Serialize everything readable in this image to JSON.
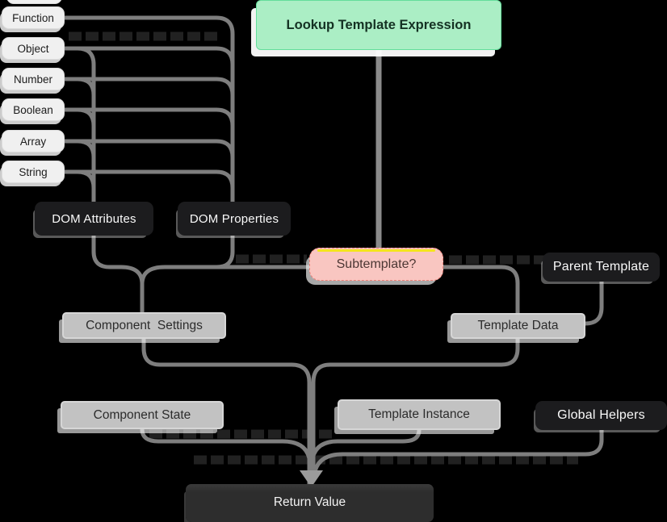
{
  "diagram": {
    "title": "Lookup Template Expression",
    "background_color": "#000000",
    "connector_color": "#7e7e7e",
    "type_nodes": [
      {
        "label": "Function"
      },
      {
        "label": "Object"
      },
      {
        "label": "Number"
      },
      {
        "label": "Boolean"
      },
      {
        "label": "Array"
      },
      {
        "label": "String"
      }
    ],
    "nodes": {
      "lookup": {
        "label": "Lookup Template Expression",
        "fill": "#abeec5",
        "border": "#64dd9b",
        "text_color": "#143123"
      },
      "dom_attributes": {
        "label": "DOM Attributes",
        "fill": "#1c1c1e",
        "text_color": "#fafafa"
      },
      "dom_properties": {
        "label": "DOM Properties",
        "fill": "#1c1c1e",
        "text_color": "#fafafa"
      },
      "subtemplate": {
        "label": "Subtemplate?",
        "fill": "#f9c6c1",
        "accent_top": "#f4e51c",
        "border": "#ef837a"
      },
      "parent_template": {
        "label": "Parent Template",
        "fill": "#1c1c1e",
        "text_color": "#fafafa"
      },
      "component_settings": {
        "label": "Component  Settings",
        "fill": "#c2c2c2",
        "text_color": "#2c2c2c"
      },
      "template_data": {
        "label": "Template Data",
        "fill": "#c2c2c2",
        "text_color": "#2c2c2c"
      },
      "component_state": {
        "label": "Component State",
        "fill": "#c2c2c2",
        "text_color": "#2c2c2c"
      },
      "template_instance": {
        "label": "Template Instance",
        "fill": "#c2c2c2",
        "text_color": "#2c2c2c"
      },
      "global_helpers": {
        "label": "Global Helpers",
        "fill": "#1c1c1e",
        "text_color": "#fafafa"
      },
      "return_value": {
        "label": "Return Value",
        "fill": "#2e2e2e",
        "text_color": "#f2f2f2"
      }
    },
    "edges": [
      "Function -> DOM Properties",
      "Object -> DOM Attributes",
      "Object -> DOM Properties",
      "Number -> DOM Attributes",
      "Number -> DOM Properties",
      "Boolean -> DOM Attributes",
      "Boolean -> DOM Properties",
      "Array -> DOM Attributes",
      "Array -> DOM Properties",
      "String -> DOM Attributes",
      "String -> DOM Properties",
      "Lookup Template Expression -> Subtemplate?",
      "DOM Attributes -> Component Settings",
      "DOM Properties -> Component Settings",
      "Subtemplate? -> Component Settings",
      "Subtemplate? -> Template Data",
      "Parent Template -> Template Data",
      "Component Settings -> Return Value",
      "Template Data -> Return Value",
      "Component State -> Return Value",
      "Template Instance -> Return Value",
      "Global Helpers -> Return Value"
    ]
  }
}
